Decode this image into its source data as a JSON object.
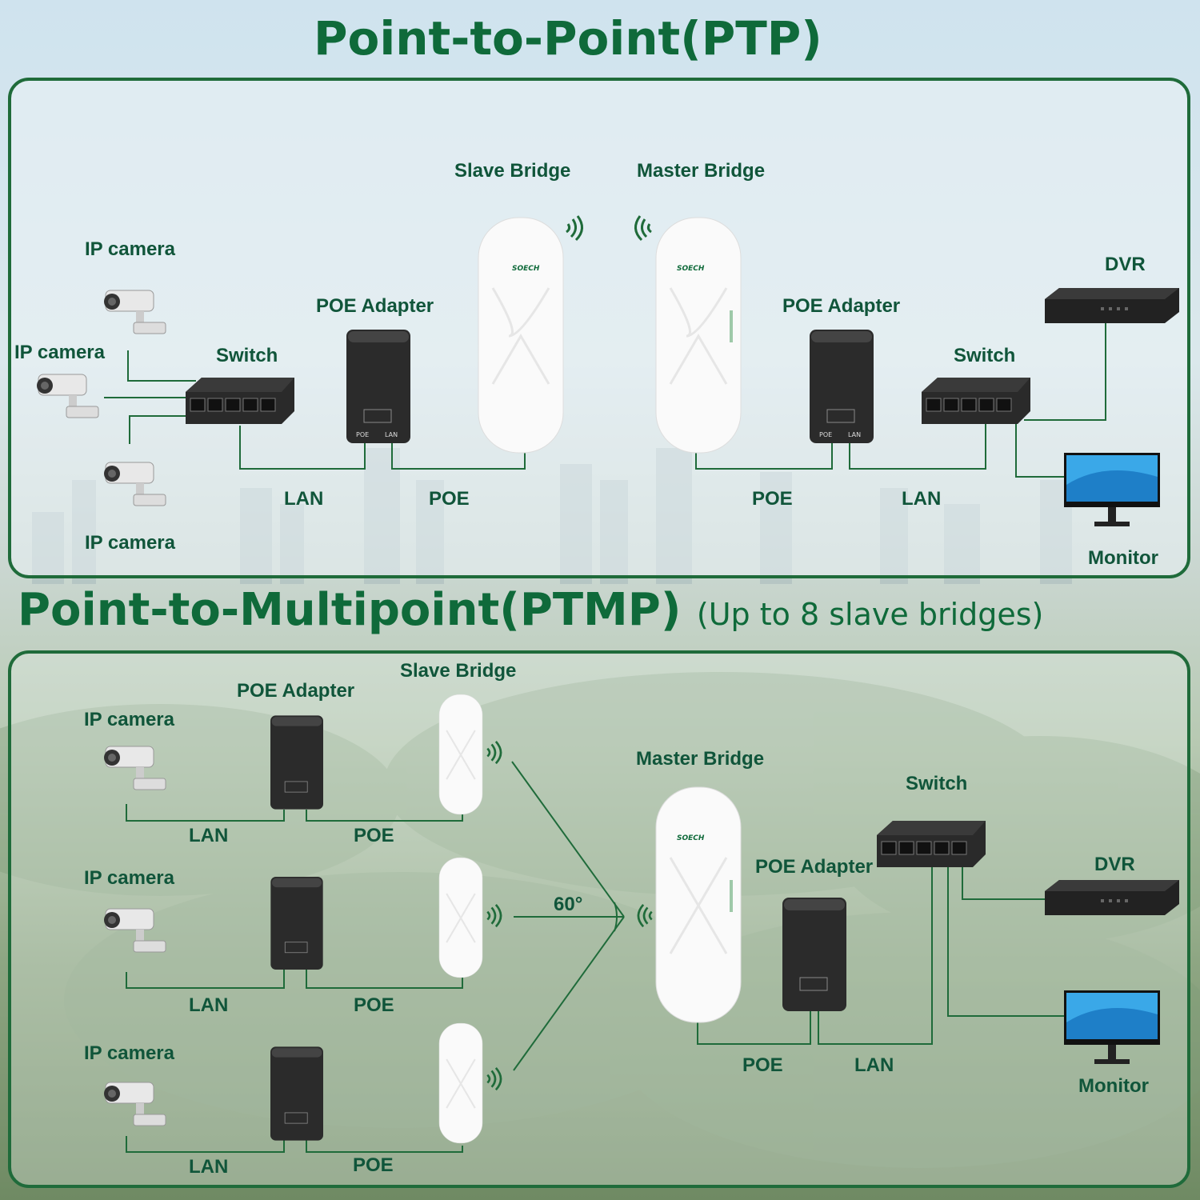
{
  "titles": {
    "ptp": "Point-to-Point(PTP)",
    "ptmp": "Point-to-Multipoint(PTMP)",
    "ptmp_note": "(Up to 8 slave bridges)"
  },
  "brand": "SOECH",
  "colors": {
    "accent": "#0f6a3a",
    "line": "#1f6b3a",
    "text": "#10553a"
  },
  "ptp": {
    "slave_bridge": "Slave Bridge",
    "master_bridge": "Master Bridge",
    "ip_camera_1": "IP camera",
    "ip_camera_2": "IP camera",
    "ip_camera_3": "IP camera",
    "switch_left": "Switch",
    "switch_right": "Switch",
    "poe_adapter_left": "POE Adapter",
    "poe_adapter_right": "POE Adapter",
    "dvr": "DVR",
    "monitor": "Monitor",
    "lan_left": "LAN",
    "poe_left": "POE",
    "poe_right": "POE",
    "lan_right": "LAN",
    "adapter_port_poe": "POE",
    "adapter_port_lan": "LAN"
  },
  "ptmp": {
    "poe_adapter_left": "POE Adapter",
    "slave_bridge": "Slave Bridge",
    "master_bridge": "Master Bridge",
    "switch": "Switch",
    "dvr": "DVR",
    "poe_adapter_right": "POE Adapter",
    "monitor": "Monitor",
    "angle": "60°",
    "rows": [
      {
        "camera": "IP camera",
        "lan": "LAN",
        "poe": "POE"
      },
      {
        "camera": "IP camera",
        "lan": "LAN",
        "poe": "POE"
      },
      {
        "camera": "IP camera",
        "lan": "LAN",
        "poe": "POE"
      }
    ],
    "poe_right_label": "POE",
    "lan_right_label": "LAN"
  },
  "icons": [
    "wifi-signal-icon",
    "ip-camera-icon",
    "network-switch-icon",
    "poe-adapter-icon",
    "wireless-bridge-icon",
    "dvr-icon",
    "monitor-icon"
  ]
}
